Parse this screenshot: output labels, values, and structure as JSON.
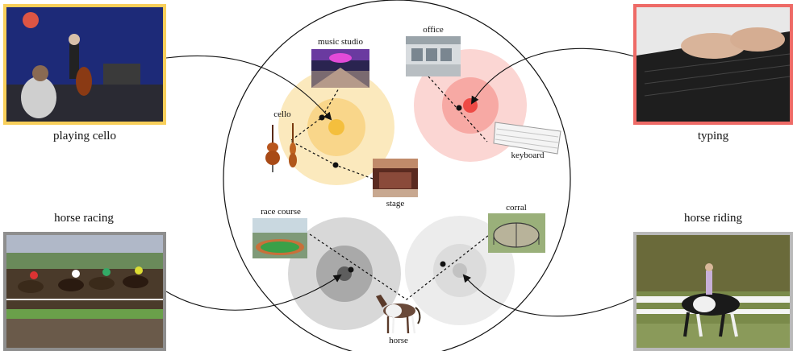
{
  "activities": {
    "playing_cello": "playing cello",
    "typing": "typing",
    "horse_racing": "horse racing",
    "horse_riding": "horse riding"
  },
  "objects": {
    "music_studio": "music studio",
    "cello": "cello",
    "stage": "stage",
    "office": "office",
    "keyboard": "keyboard",
    "race_course": "race course",
    "corral": "corral",
    "horse": "horse"
  },
  "colors": {
    "cello_cluster": "#f7c75a",
    "typing_cluster": "#f25c5c",
    "racing_cluster": "#6a6a6a",
    "riding_cluster": "#b5b5b5",
    "cello_frame": "#f8cf5a",
    "typing_frame": "#ee6a66",
    "racing_frame": "#8e8e8e",
    "riding_frame": "#b9b9b9"
  }
}
